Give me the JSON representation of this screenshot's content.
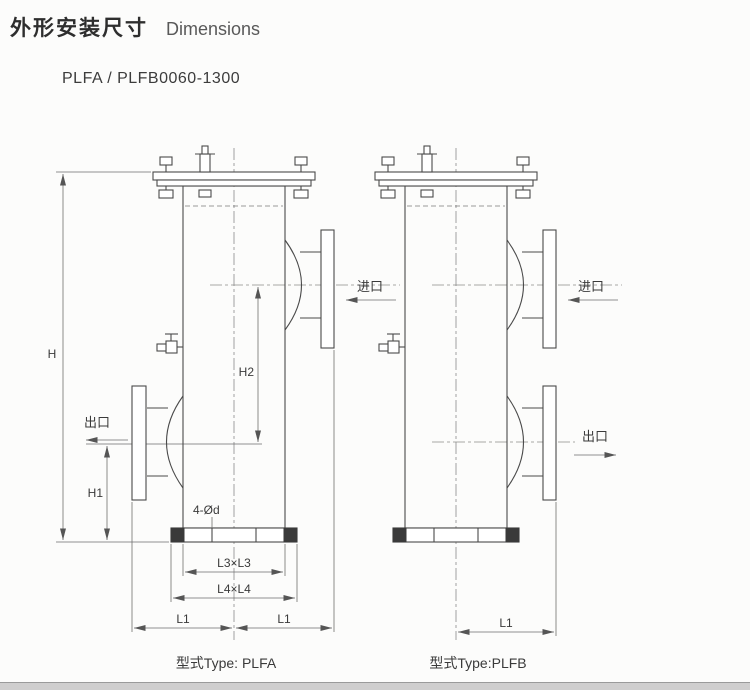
{
  "header": {
    "title_zh": "外形安装尺寸",
    "title_en": "Dimensions",
    "model_range": "PLFA / PLFB0060-1300"
  },
  "diagram": {
    "plfa": {
      "caption": "型式Type: PLFA",
      "inlet_label": "进口",
      "outlet_label": "出口",
      "dims": {
        "h": "H",
        "h1": "H1",
        "h2": "H2",
        "holes": "4-Ød",
        "l3": "L3×L3",
        "l4": "L4×L4",
        "l1_left": "L1",
        "l1_right": "L1"
      }
    },
    "plfb": {
      "caption": "型式Type:PLFB",
      "inlet_label": "进口",
      "outlet_label": "出口",
      "dims": {
        "l1": "L1"
      }
    }
  }
}
